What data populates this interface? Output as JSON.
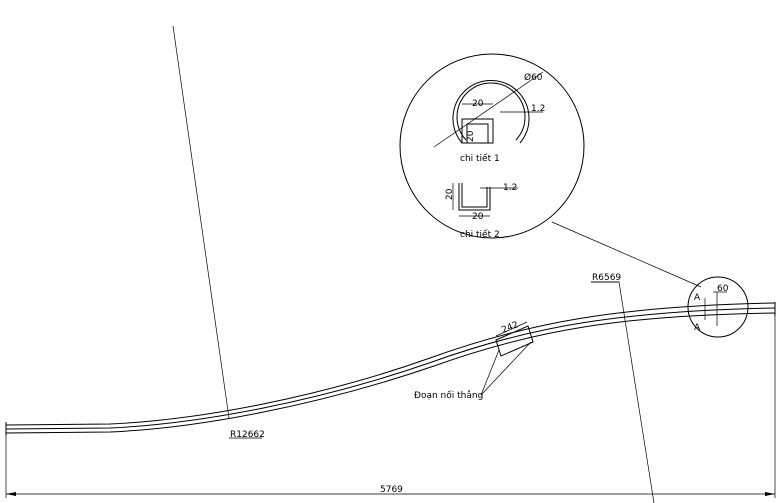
{
  "dimensions": {
    "overall_length": "5769",
    "radius_left": "R12662",
    "radius_right": "R6569",
    "splice_length": "242",
    "end_height": "60"
  },
  "labels": {
    "splice_note": "Đoạn nối thẳng",
    "section_mark_top": "A",
    "section_mark_bottom": "A"
  },
  "detail_1": {
    "caption": "chi tiết 1",
    "diameter": "Ø60",
    "width": "20",
    "height": "20",
    "thickness": "1.2"
  },
  "detail_2": {
    "caption": "chi tiết 2",
    "width": "20",
    "height": "20",
    "thickness": "1.2"
  }
}
